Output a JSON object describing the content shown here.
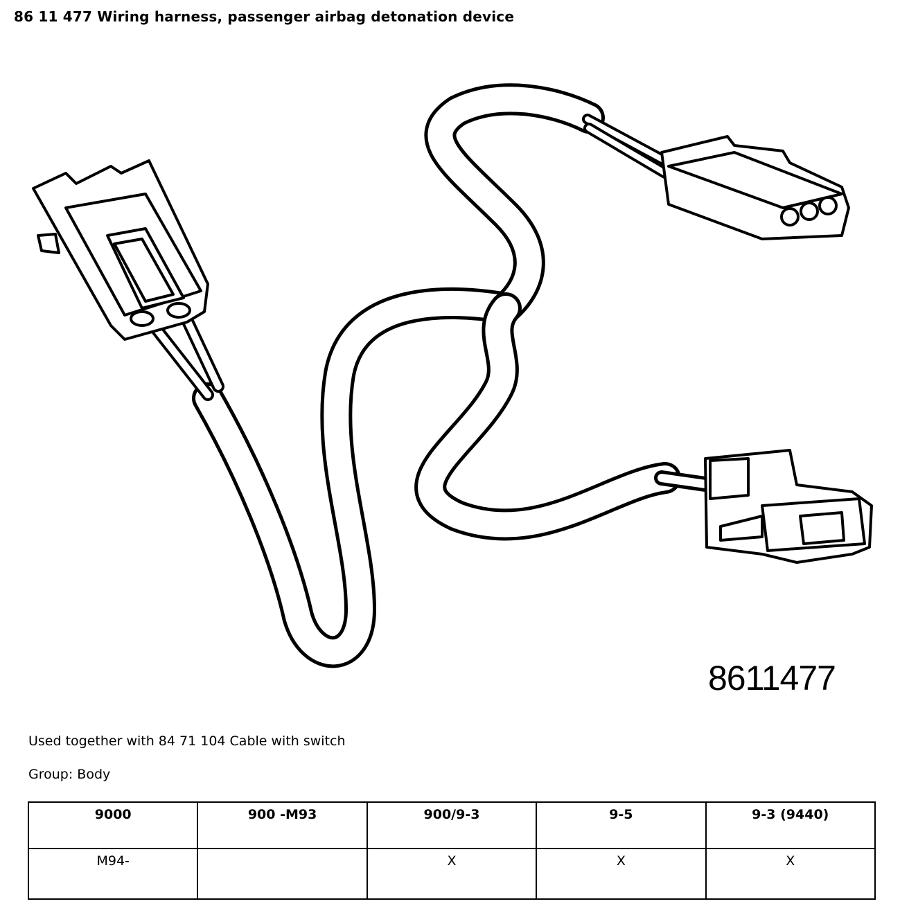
{
  "header": {
    "title": "86 11 477 Wiring harness, passenger airbag detonation device"
  },
  "illustration": {
    "part_number_label": "8611477",
    "icons": [
      "wiring-harness-drawing",
      "two-pin-connector-icon",
      "three-pin-connector-icon",
      "airbag-connector-icon"
    ]
  },
  "notes": {
    "used_together": "Used together with 84 71 104 Cable with switch",
    "group": "Group: Body"
  },
  "compatibility": {
    "headers": [
      "9000",
      "900 -M93",
      "900/9-3",
      "9-5",
      "9-3 (9440)"
    ],
    "rows": [
      [
        "M94-",
        "",
        "X",
        "X",
        "X"
      ]
    ]
  }
}
